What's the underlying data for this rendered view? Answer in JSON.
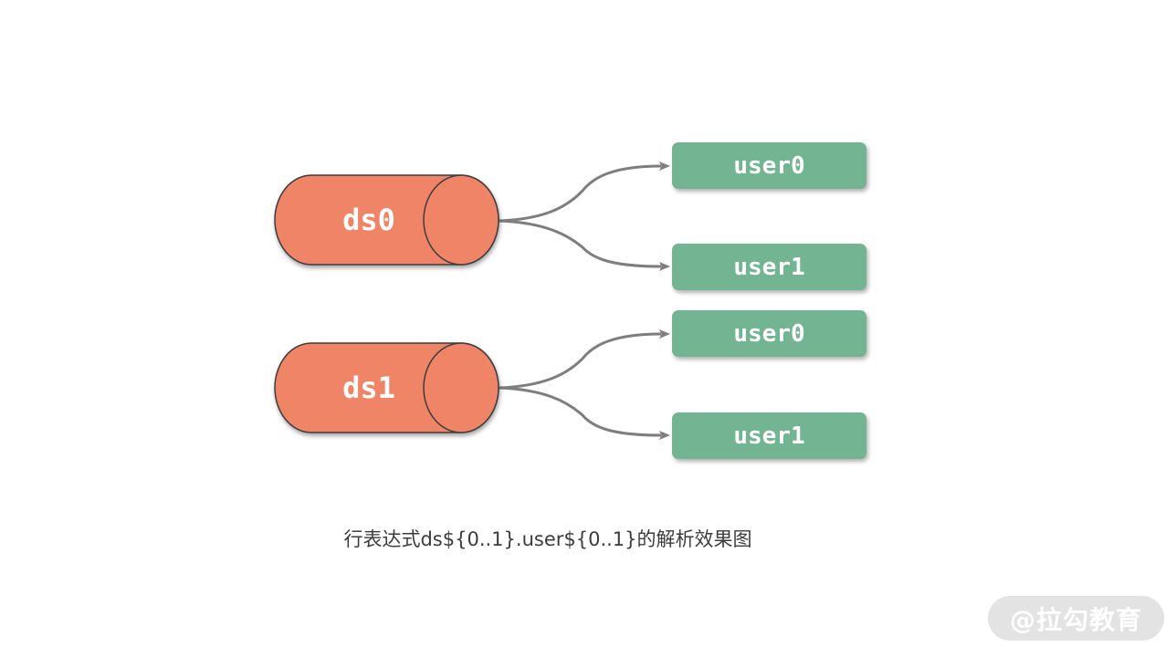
{
  "diagram": {
    "caption": "行表达式ds${0..1}.user${0..1}的解析效果图",
    "watermark": "@拉勾教育",
    "datasources": [
      {
        "label": "ds0"
      },
      {
        "label": "ds1"
      }
    ],
    "tables": [
      {
        "label": "user0",
        "datasource": "ds0"
      },
      {
        "label": "user1",
        "datasource": "ds0"
      },
      {
        "label": "user0",
        "datasource": "ds1"
      },
      {
        "label": "user1",
        "datasource": "ds1"
      }
    ],
    "connections": [
      {
        "from": "ds0",
        "to": "user0"
      },
      {
        "from": "ds0",
        "to": "user1"
      },
      {
        "from": "ds1",
        "to": "user0"
      },
      {
        "from": "ds1",
        "to": "user1"
      }
    ],
    "colors": {
      "datasource_fill": "#EF8566",
      "datasource_stroke": "#3D3D3D",
      "table_fill": "#73B493",
      "table_text": "#FFFFFF",
      "connector": "#7E7E7E",
      "caption_text": "#3C3C3C",
      "watermark_bg": "#E3E3E3",
      "watermark_text": "#FFFFFF"
    }
  }
}
